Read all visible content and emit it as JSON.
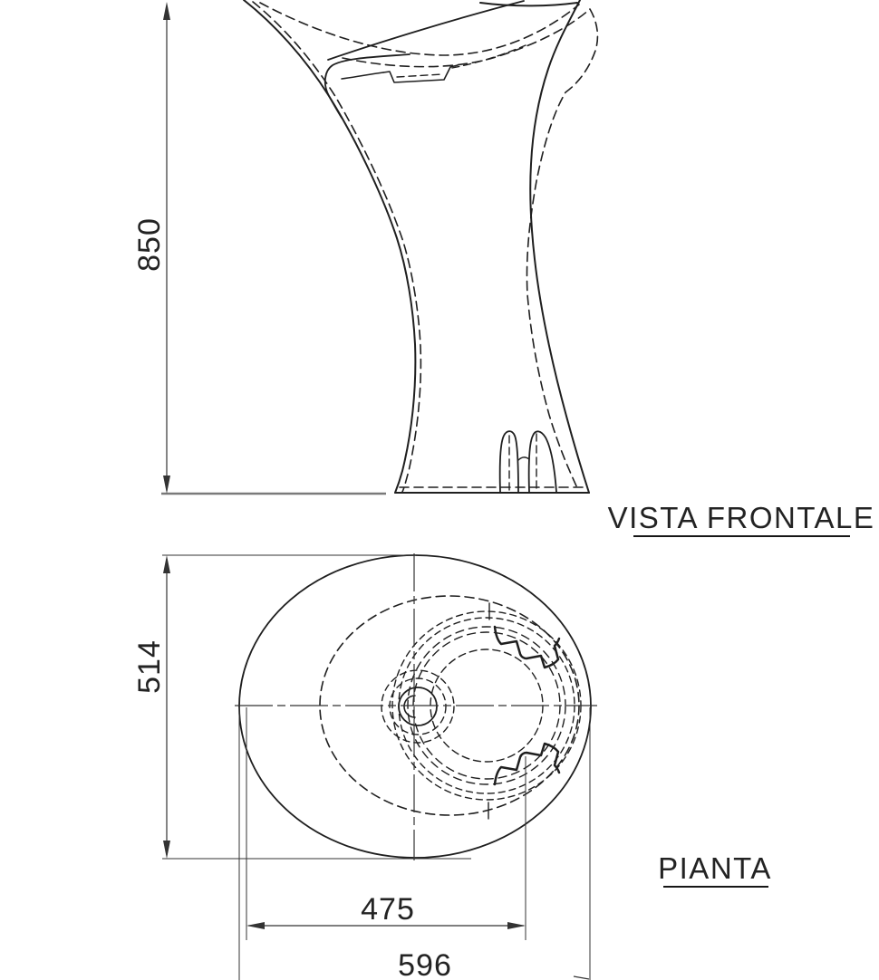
{
  "front_view": {
    "label": "VISTA FRONTALE",
    "height_dim": "850"
  },
  "plan_view": {
    "label": "PIANTA",
    "depth_dim": "514",
    "inner_width_dim": "475",
    "outer_width_dim": "596"
  },
  "colors": {
    "line": "#1f1f1f",
    "dim": "#333333",
    "text": "#232323",
    "ground": "#7a7a7a",
    "bg": "#ffffff"
  }
}
